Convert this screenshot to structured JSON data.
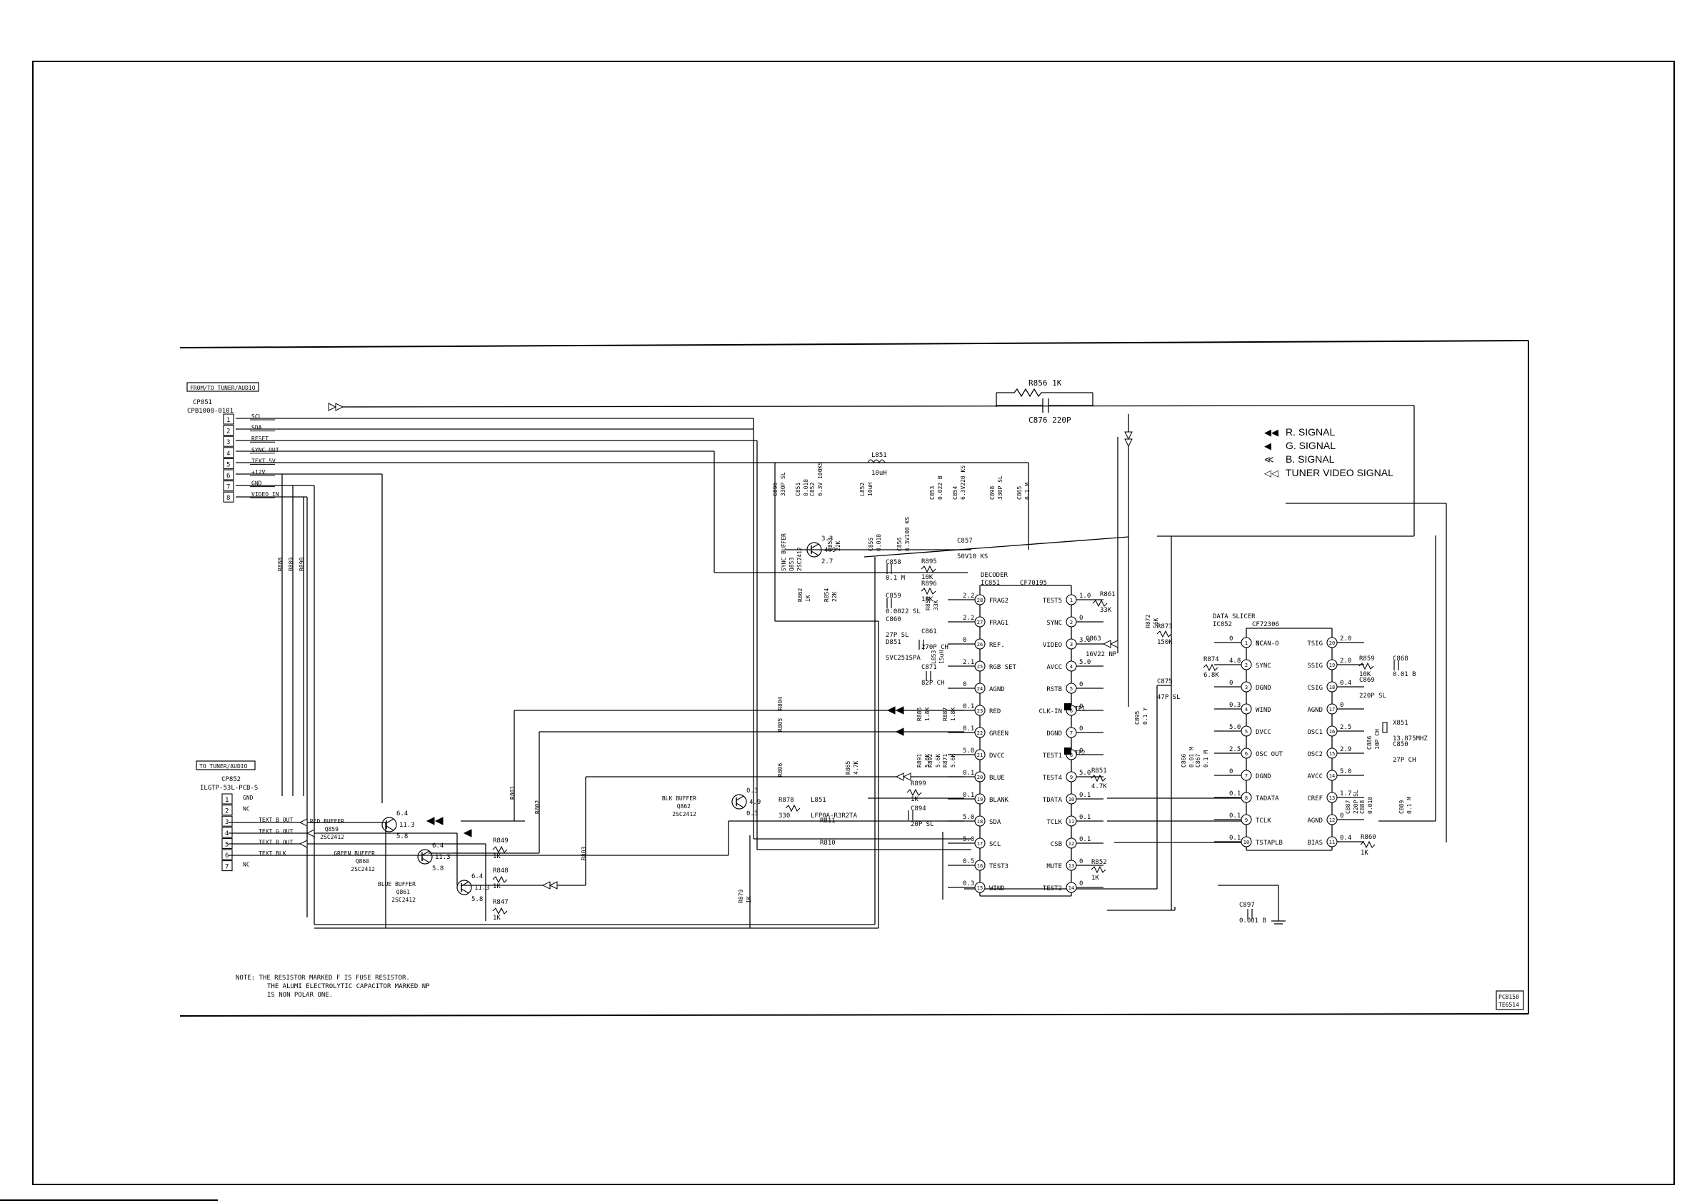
{
  "connectors": {
    "left_top": {
      "header": "FROM/TO TUNER/AUDIO",
      "ref": "CP851",
      "part": "CPB1008-0101",
      "pins": [
        {
          "num": "1",
          "label": "SCL"
        },
        {
          "num": "2",
          "label": "SDA"
        },
        {
          "num": "3",
          "label": "RESET"
        },
        {
          "num": "4",
          "label": "SYNC OUT"
        },
        {
          "num": "5",
          "label": "TEXT 5V"
        },
        {
          "num": "6",
          "label": "+12V"
        },
        {
          "num": "7",
          "label": "GND"
        },
        {
          "num": "8",
          "label": "VIDEO IN"
        }
      ]
    },
    "left_bottom": {
      "header": "TO TUNER/AUDIO",
      "ref": "CP852",
      "part": "ILGTP-53L-PCB-S",
      "pins": [
        {
          "num": "1",
          "label": "GND"
        },
        {
          "num": "2",
          "label": "NC"
        },
        {
          "num": "3",
          "label": "TEXT B OUT"
        },
        {
          "num": "4",
          "label": "TEXT G OUT"
        },
        {
          "num": "5",
          "label": "TEXT R OUT"
        },
        {
          "num": "6",
          "label": "TEXT BLK"
        },
        {
          "num": "7",
          "label": "NC"
        }
      ]
    }
  },
  "legend": [
    {
      "symbol": "◀◀",
      "label": "R. SIGNAL"
    },
    {
      "symbol": "◀",
      "label": "G. SIGNAL"
    },
    {
      "symbol": "≪",
      "label": "B. SIGNAL"
    },
    {
      "symbol": "◁◁",
      "label": "TUNER VIDEO SIGNAL"
    }
  ],
  "top_parts": {
    "r856": "R856 1K",
    "c876": "C876 220P"
  },
  "decoder": {
    "title": "DECODER",
    "ref": "IC851",
    "part": "CF70195",
    "left_pins": [
      {
        "n": "28",
        "label": "FRAG2",
        "v": "2.2"
      },
      {
        "n": "27",
        "label": "FRAG1",
        "v": "2.2"
      },
      {
        "n": "26",
        "label": "REF.",
        "v": "0"
      },
      {
        "n": "25",
        "label": "RGB SET",
        "v": "2.1"
      },
      {
        "n": "24",
        "label": "AGND",
        "v": "0"
      },
      {
        "n": "23",
        "label": "RED",
        "v": "0.1"
      },
      {
        "n": "22",
        "label": "GREEN",
        "v": "0.1"
      },
      {
        "n": "21",
        "label": "DVCC",
        "v": "5.0"
      },
      {
        "n": "20",
        "label": "BLUE",
        "v": "0.1"
      },
      {
        "n": "19",
        "label": "BLANK",
        "v": "0.1"
      },
      {
        "n": "18",
        "label": "SDA",
        "v": "5.0"
      },
      {
        "n": "17",
        "label": "SCL",
        "v": "5.0"
      },
      {
        "n": "16",
        "label": "TEST3",
        "v": "0.5"
      },
      {
        "n": "15",
        "label": "WIND",
        "v": "0.3"
      }
    ],
    "right_pins": [
      {
        "n": "1",
        "label": "TEST5",
        "v": "1.0"
      },
      {
        "n": "2",
        "label": "SYNC",
        "v": "0"
      },
      {
        "n": "3",
        "label": "VIDEO",
        "v": "3.6"
      },
      {
        "n": "4",
        "label": "AVCC",
        "v": "5.0"
      },
      {
        "n": "5",
        "label": "RSTB",
        "v": "0"
      },
      {
        "n": "6",
        "label": "CLK-IN",
        "v": "0"
      },
      {
        "n": "7",
        "label": "DGND",
        "v": "0"
      },
      {
        "n": "8",
        "label": "TEST1",
        "v": "0"
      },
      {
        "n": "9",
        "label": "TEST4",
        "v": "5.0"
      },
      {
        "n": "10",
        "label": "TDATA",
        "v": "0.1"
      },
      {
        "n": "11",
        "label": "TCLK",
        "v": "0.1"
      },
      {
        "n": "12",
        "label": "CSB",
        "v": "0.1"
      },
      {
        "n": "13",
        "label": "MUTE",
        "v": "0"
      },
      {
        "n": "14",
        "label": "TEST2",
        "v": "0"
      }
    ]
  },
  "slicer": {
    "title": "DATA SLICER",
    "ref": "IC852",
    "part": "CF72306",
    "left_pins": [
      {
        "n": "1",
        "label": "NC",
        "v": "0"
      },
      {
        "n": "2",
        "label": "SYNC",
        "v": "4.8"
      },
      {
        "n": "3",
        "label": "DGND",
        "v": "0"
      },
      {
        "n": "4",
        "label": "WIND",
        "v": "0.3"
      },
      {
        "n": "5",
        "label": "DVCC",
        "v": "5.0"
      },
      {
        "n": "6",
        "label": "OSC OUT",
        "v": "2.5"
      },
      {
        "n": "7",
        "label": "DGND",
        "v": "0"
      },
      {
        "n": "8",
        "label": "TADATA",
        "v": "0.1"
      },
      {
        "n": "9",
        "label": "TCLK",
        "v": "0.1"
      },
      {
        "n": "10",
        "label": "TSTAPLB",
        "v": "0.1"
      }
    ],
    "left_extra": {
      "nc_label": "NC",
      "scan": "SCAN-O"
    },
    "right_pins": [
      {
        "n": "20",
        "label": "TSIG",
        "v": "2.0"
      },
      {
        "n": "19",
        "label": "SSIG",
        "v": "2.0"
      },
      {
        "n": "18",
        "label": "CSIG",
        "v": "0.4"
      },
      {
        "n": "17",
        "label": "AGND",
        "v": "0"
      },
      {
        "n": "16",
        "label": "OSC1",
        "v": "2.5"
      },
      {
        "n": "15",
        "label": "OSC2",
        "v": "2.9"
      },
      {
        "n": "14",
        "label": "AVCC",
        "v": "5.0"
      },
      {
        "n": "13",
        "label": "CREF",
        "v": "1.7"
      },
      {
        "n": "12",
        "label": "AGND",
        "v": "0"
      },
      {
        "n": "11",
        "label": "BIAS",
        "v": "0.4"
      }
    ]
  },
  "buffers": {
    "sync": {
      "name": "SYNC BUFFER",
      "ref": "Q853",
      "part": "2SC2412",
      "v1": "3.3",
      "v2": "4.9",
      "v3": "2.7"
    },
    "red": {
      "name": "RED BUFFER",
      "ref": "Q859",
      "part": "2SC2412",
      "v1": "6.4",
      "v2": "11.3",
      "v3": "5.8"
    },
    "green": {
      "name": "GREEN BUFFER",
      "ref": "Q860",
      "part": "2SC2412",
      "v1": "6.4",
      "v2": "11.3",
      "v3": "5.8"
    },
    "blue": {
      "name": "BLUE BUFFER",
      "ref": "Q861",
      "part": "2SC2412",
      "v1": "6.4",
      "v2": "11.3",
      "v3": "5.8"
    },
    "blk": {
      "name": "BLK BUFFER",
      "ref": "Q862",
      "part": "2SC2412",
      "v1": "0.3",
      "v2": "4.9",
      "v3": "0.3"
    }
  },
  "components": {
    "r849": "R849",
    "r849v": "1K",
    "r848": "R848",
    "r848v": "1K",
    "r847": "R847",
    "r847v": "1K",
    "r879": "R879",
    "r879v": "1K",
    "r878": "R878",
    "r878v": "330",
    "l851b": "L851",
    "l851bv": "LFP0A-R3R2TA",
    "r811": "R811",
    "r810": "R810",
    "c894": "C894",
    "c894v": "20P SL",
    "r899": "R899",
    "r899v": "1K",
    "r865": "R865",
    "r865v": "4.7K",
    "c896": "C896",
    "c896v": "330P SL",
    "c851": "C851",
    "c851v": "0.018",
    "c852": "C852",
    "c852v": "6.3V 100KS",
    "l851": "L851",
    "l851v": "10uH",
    "l852": "L852",
    "l852v": "10uH",
    "c853": "C853",
    "c853v": "0.022 B",
    "c854": "C854",
    "c854v": "6.3V220 KS",
    "c898": "C898",
    "c898v": "330P SL",
    "c865": "C865",
    "c865v": "0.1 M",
    "c855": "C855",
    "c855v": "0.018",
    "c856": "C856",
    "c856v": "6.3V100 KS",
    "r853": "R853",
    "r853v": "22K",
    "r862": "R862",
    "r862v": "1K",
    "r854": "R854",
    "r854v": "22K",
    "c857": "C857",
    "c857v": "50V10 KS",
    "c858": "C858",
    "c858v": "0.1 M",
    "r895": "R895",
    "r895v": "10K",
    "r896": "R896",
    "r896v": "18K",
    "r850": "R850",
    "r850v": "33K",
    "c859": "C859",
    "c859v": "0.0022 SL",
    "c860": "C860",
    "c860v": "27P SL",
    "c861": "C861",
    "c861v": "270P CH",
    "d851": "D851",
    "d851v": "SVC251SPA",
    "l853": "L853",
    "l853v": "15uH",
    "c871": "C871",
    "c871v": "82P CH",
    "r885": "R885",
    "r885v": "1.8K",
    "r887": "R887",
    "r887v": "1.8K",
    "r891": "R891",
    "r891v": "5.6K",
    "r892": "R892",
    "r892v": "5.6K",
    "r871": "R871",
    "r871v": "5.6K",
    "r861": "R861",
    "r861v": "33K",
    "r872": "R872",
    "r872v": "56K",
    "r873": "R873",
    "r873v": "150K",
    "c863": "C863",
    "c863v": "16V22 NP",
    "c875": "C875",
    "c875v": "47P SL",
    "c895": "C895",
    "c895v": "0.1 Y",
    "r874": "R874",
    "r874v": "6.8K",
    "r851": "R851",
    "r851v": "4.7K",
    "r852": "R852",
    "r852v": "1K",
    "tp1": "TP1",
    "tp2": "TP2",
    "c866": "C866",
    "c866v": "0.01 M",
    "c867": "C867",
    "c867v": "0.1 M",
    "r859": "R859",
    "r859v": "10K",
    "c868": "C868",
    "c868v": "0.01 B",
    "c869": "C869",
    "c869v": "220P SL",
    "x851": "X851",
    "x851v": "13.875MHZ",
    "c886": "C886",
    "c886v": "10P CH",
    "c850": "C850",
    "c850v": "27P CH",
    "c887": "C887",
    "c887v": "220P SL",
    "c888": "C888",
    "c888v": "0.018",
    "c889": "C889",
    "c889v": "0.1 M",
    "r860": "R860",
    "r860v": "1K",
    "c897": "C897",
    "c897v": "0.001 B",
    "r804": "R804",
    "r805": "R805",
    "r806": "R806",
    "r801": "R801",
    "r802": "R802",
    "r803": "R803",
    "r888": "R888",
    "r889": "R889",
    "r890": "R890"
  },
  "note": {
    "line1": "NOTE: THE RESISTOR MARKED F IS FUSE RESISTOR.",
    "line2": "THE ALUMI ELECTROLYTIC CAPACITOR MARKED NP",
    "line3": "IS NON POLAR ONE."
  },
  "ref_box": {
    "line1": "PCB150",
    "line2": "TE6514"
  }
}
